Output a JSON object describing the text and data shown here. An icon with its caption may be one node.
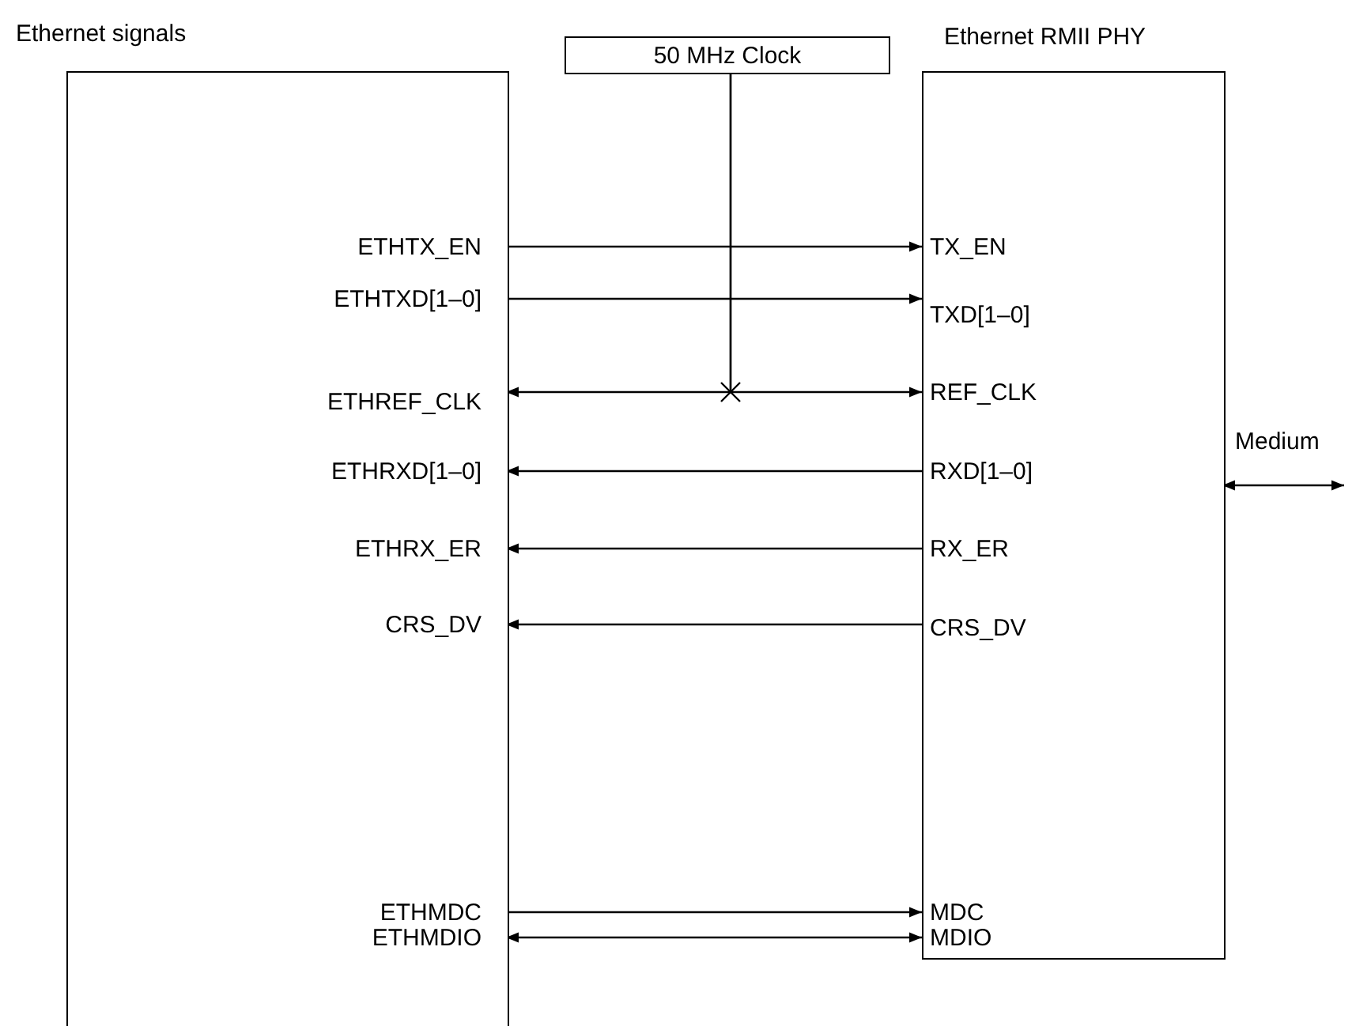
{
  "diagram": {
    "nodes": [
      {
        "text": [
          "Ethernet signals"
        ]
      },
      {
        "text": [
          "Ethernet RMII PHY"
        ]
      },
      {
        "text": [
          "50 MHz Clock"
        ]
      },
      {
        "text": [
          "ETHTX_EN"
        ],
        "in": 0
      },
      {
        "text": [
          "ETHTXD[1–0]"
        ],
        "in": 0
      },
      {
        "text": [
          "ETHREF_CLK"
        ],
        "in": 0
      },
      {
        "text": [
          "ETHRXD[1–0]"
        ],
        "in": 0
      },
      {
        "text": [
          "ETHRX_ER"
        ],
        "in": 0
      },
      {
        "text": [
          "CRS_DV"
        ],
        "in": 0
      },
      {
        "text": [
          "ETHMDC"
        ],
        "in": 0
      },
      {
        "text": [
          "ETHMDIO"
        ],
        "in": 0
      },
      {
        "text": [
          "TX_EN"
        ],
        "in": 1
      },
      {
        "text": [
          "TXD[1–0]"
        ],
        "in": 1
      },
      {
        "text": [
          "REF_CLK"
        ],
        "in": 1
      },
      {
        "text": [
          "RXD[1–0]"
        ],
        "in": 1
      },
      {
        "text": [
          "RX_ER"
        ],
        "in": 1
      },
      {
        "text": [
          "CRS_DV"
        ],
        "in": 1
      },
      {
        "text": [
          "MDC"
        ],
        "in": 1
      },
      {
        "text": [
          "MDIO"
        ],
        "in": 1
      }
    ],
    "edges": [
      {
        "from": 3,
        "to": 11,
        "arrow": "to"
      },
      {
        "from": 4,
        "to": 12,
        "arrow": "to"
      },
      {
        "from": 2,
        "to": 5,
        "arrow": "to"
      },
      {
        "from": 2,
        "to": 13,
        "arrow": "to"
      },
      {
        "from": 14,
        "to": 6,
        "arrow": "to"
      },
      {
        "from": 15,
        "to": 7,
        "arrow": "to"
      },
      {
        "from": 16,
        "to": 8,
        "arrow": "to"
      },
      {
        "from": 9,
        "to": 17,
        "arrow": "to"
      },
      {
        "from": 10,
        "to": 18,
        "arrow": "both"
      },
      {
        "from": 1,
        "to": null,
        "arrow": "both",
        "label": "Medium"
      }
    ]
  }
}
